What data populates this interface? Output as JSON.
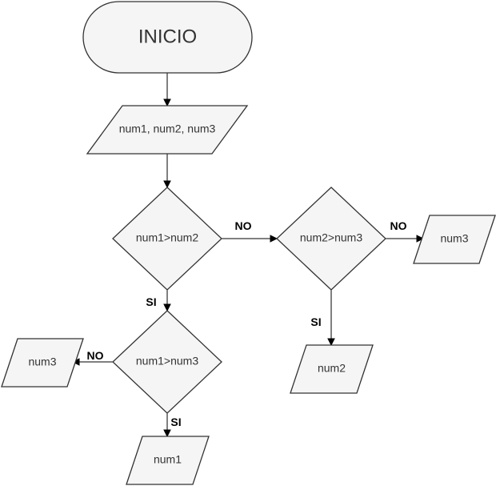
{
  "nodes": {
    "inicio": "INICIO",
    "input": "num1, num2, num3",
    "cond_1": "num1>num2",
    "cond_2": "num2>num3",
    "cond_3": "num1>num3",
    "out_num3_right": "num3",
    "out_num2": "num2",
    "out_num3_left": "num3",
    "out_num1": "num1"
  },
  "edge_labels": {
    "cond1_no": "NO",
    "cond1_si": "SI",
    "cond2_no": "NO",
    "cond2_si": "SI",
    "cond3_no": "NO",
    "cond3_si": "SI"
  },
  "colors": {
    "shape_fill": "#f5f5f5",
    "shape_stroke": "#333333",
    "edge": "#000000"
  }
}
